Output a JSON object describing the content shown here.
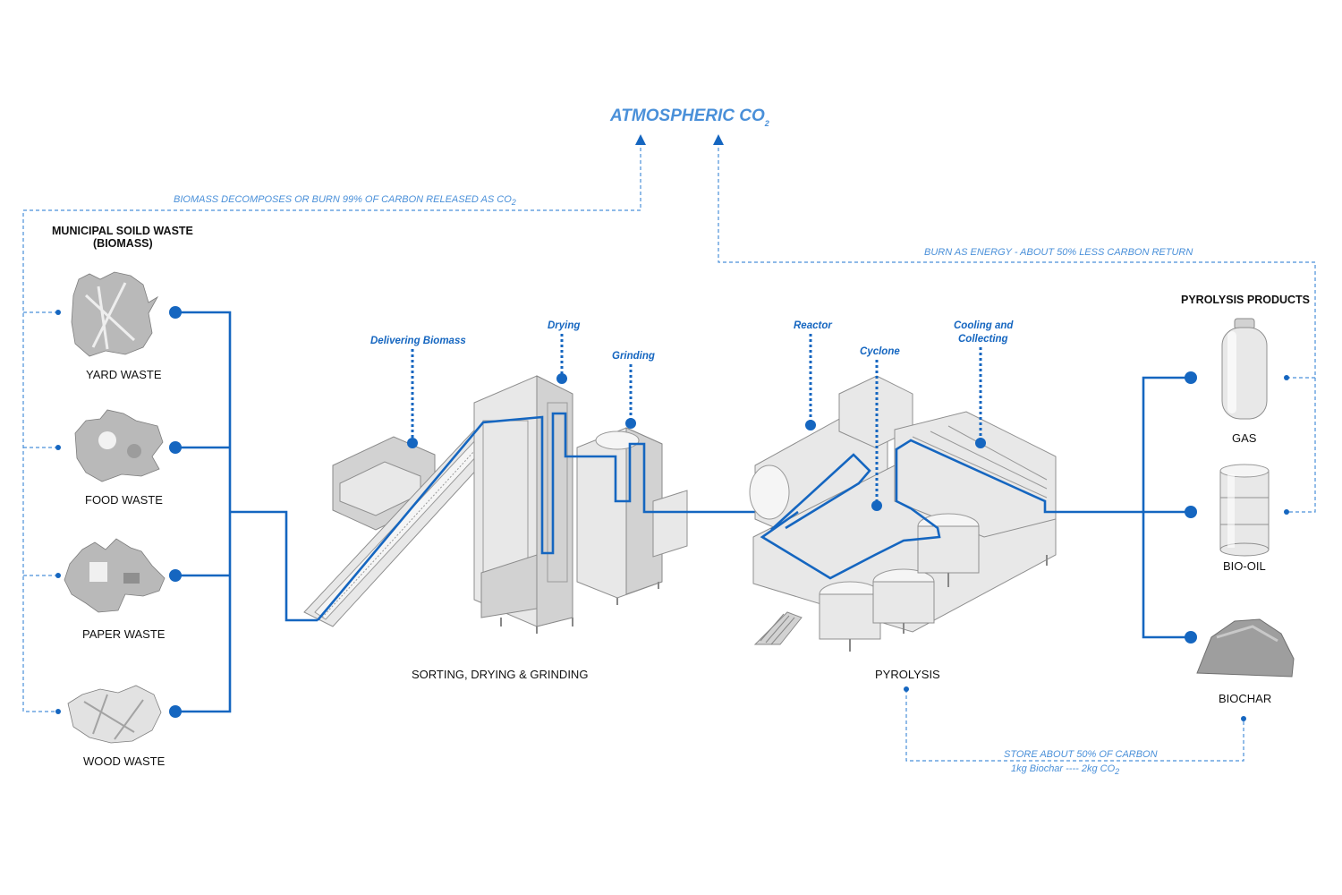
{
  "title": {
    "main": "ATMOSPHERIC CO",
    "sub": "2"
  },
  "notes": {
    "decompose": {
      "main": "BIOMASS DECOMPOSES OR BURN 99% OF CARBON RELEASED AS CO",
      "sub": "2"
    },
    "burn": "BURN AS ENERGY - ABOUT 50% LESS CARBON RETURN",
    "store_line1": "STORE ABOUT 50% OF CARBON",
    "store_line2": {
      "main": "1kg Biochar ---- 2kg CO",
      "sub": "2"
    }
  },
  "inputs": {
    "heading_line1": "MUNICIPAL SOILD WASTE",
    "heading_line2": "(BIOMASS)",
    "items": [
      "YARD WASTE",
      "FOOD WASTE",
      "PAPER WASTE",
      "WOOD WASTE"
    ]
  },
  "stages": {
    "sorting": "SORTING, DRYING & GRINDING",
    "pyrolysis": "PYROLYSIS"
  },
  "callouts": {
    "delivering": "Delivering Biomass",
    "drying": "Drying",
    "grinding": "Grinding",
    "reactor": "Reactor",
    "cyclone": "Cyclone",
    "cooling_line1": "Cooling and",
    "cooling_line2": "Collecting"
  },
  "outputs": {
    "heading": "PYROLYSIS PRODUCTS",
    "items": [
      "GAS",
      "BIO-OIL",
      "BIOCHAR"
    ]
  },
  "colors": {
    "accent": "#1566c0",
    "light_accent": "#4a90d9",
    "machine": "#e8e8e8"
  }
}
